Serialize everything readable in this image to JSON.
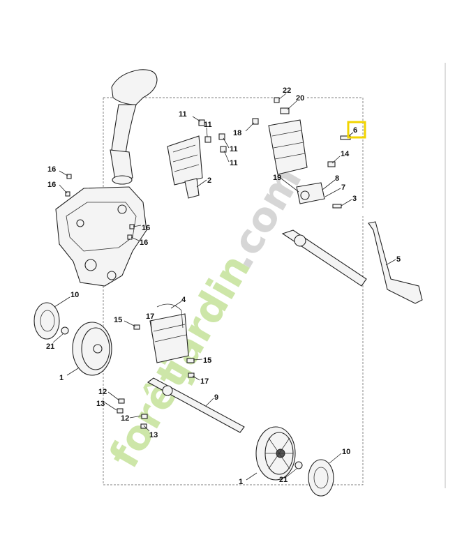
{
  "diagram": {
    "labels": [
      "22",
      "20",
      "6",
      "11",
      "11",
      "18",
      "11",
      "11",
      "14",
      "16",
      "16",
      "2",
      "19",
      "8",
      "7",
      "3",
      "16",
      "16",
      "5",
      "10",
      "4",
      "21",
      "17",
      "15",
      "15",
      "1",
      "17",
      "9",
      "12",
      "13",
      "12",
      "13",
      "10",
      "21",
      "1"
    ],
    "highlight_label": "6",
    "highlight_color": "#f2d400",
    "watermark": {
      "text_a": "forêt",
      "text_b": "jardin",
      "text_c": ".com",
      "color_green": "#cde6a8",
      "color_orange": "#f4c48c",
      "color_grey": "#d6d6d6"
    }
  }
}
